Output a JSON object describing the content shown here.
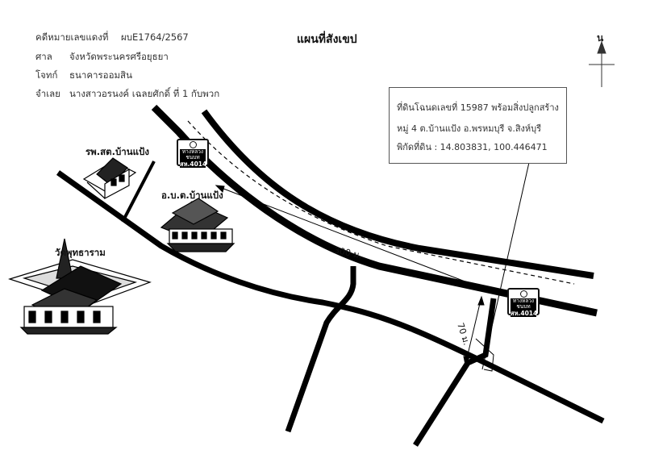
{
  "header": {
    "case_label": "คดีหมายเลขแดงที่",
    "case_value": "ผบE1764/2567",
    "court_label": "ศาล",
    "court_value": "จังหวัดพระนครศรีอยุธยา",
    "plaintiff_label": "โจทก์",
    "plaintiff_value": "ธนาคารออมสิน",
    "defendant_label": "จำเลย",
    "defendant_value": "นางสาวอรนงค์   เฉลยศักดิ์ ที่ 1 กับพวก"
  },
  "title": "แผนที่สังเขป",
  "north": "น",
  "info": {
    "line1": "ที่ดินโฉนดเลขที่  15987 พร้อมสิ่งปลูกสร้าง",
    "line2": "หมู่ 4 ต.บ้านแป้ง     อ.พรหมบุรี   จ.สิงห์บุรี",
    "line3": "พิกัดที่ดิน : 14.803831, 100.446471"
  },
  "places": {
    "hospital": "รพ.สต.บ้านแป้ง",
    "admin_office": "อ.บ.ต.บ้านแป้ง",
    "temple": "วัดพุทธาราม"
  },
  "road_sign": {
    "name": "ทางหลวงชนบท",
    "code": "สห.4014"
  },
  "distances": {
    "main_road": "300 ม.",
    "side_road": "70 ม."
  }
}
